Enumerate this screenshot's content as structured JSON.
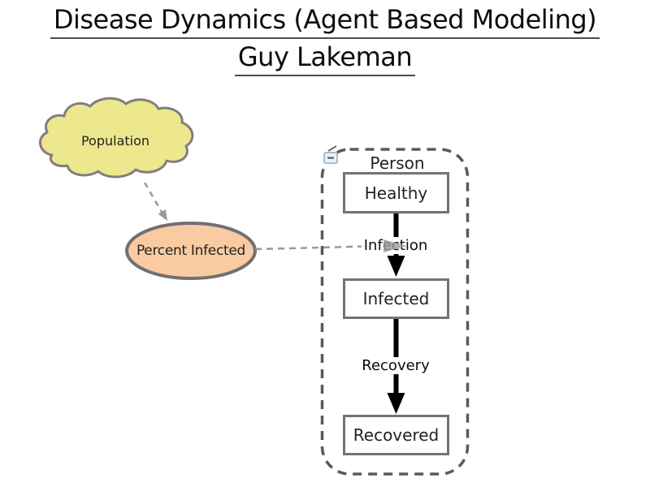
{
  "slide": {
    "title": "Disease Dynamics (Agent Based Modeling)",
    "subtitle": "Guy Lakeman"
  },
  "diagram": {
    "colors": {
      "cloud_fill": "#EDE78E",
      "cloud_stroke": "#7F7F7F",
      "ellipse_fill": "#FACAA2",
      "ellipse_stroke": "#707070",
      "frame_stroke": "#5A5A5A",
      "state_border": "#737373",
      "transition_arrow": "#000000",
      "dependency_link": "#999999"
    },
    "cloud": {
      "label": "Population"
    },
    "ellipse": {
      "label": "Percent Infected"
    },
    "frame": {
      "label": "Person",
      "icon": "collapse-minus-icon"
    },
    "states": [
      {
        "label": "Healthy"
      },
      {
        "label": "Infected"
      },
      {
        "label": "Recovered"
      }
    ],
    "transitions": [
      {
        "label": "Infection"
      },
      {
        "label": "Recovery"
      }
    ]
  }
}
